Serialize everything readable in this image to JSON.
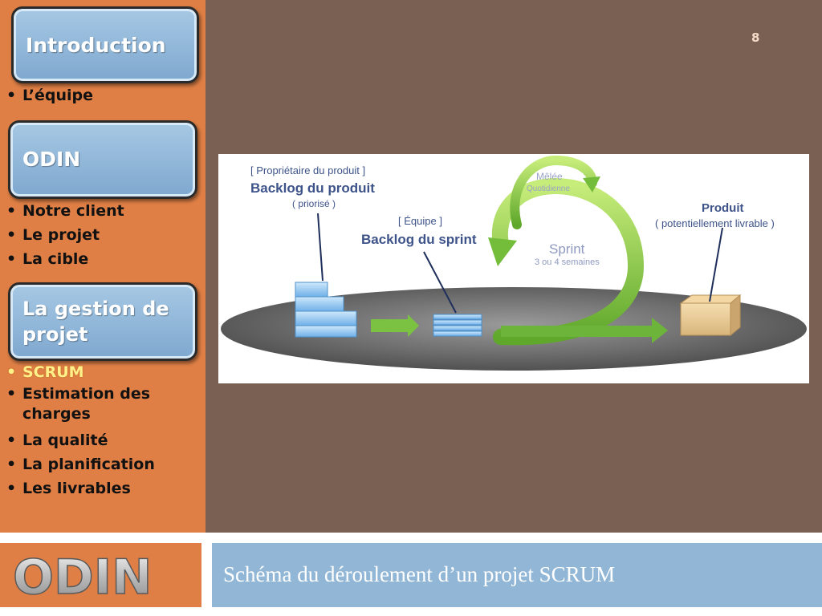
{
  "page_number": "8",
  "sidebar": {
    "sections": [
      {
        "title": "Introduction",
        "items": [
          {
            "label": "L’équipe",
            "active": false
          }
        ]
      },
      {
        "title": "ODIN",
        "items": [
          {
            "label": "Notre client",
            "active": false
          },
          {
            "label": "Le projet",
            "active": false
          },
          {
            "label": "La cible",
            "active": false
          }
        ]
      },
      {
        "title": "La gestion de projet",
        "items": [
          {
            "label": "SCRUM",
            "active": true
          },
          {
            "label": "Estimation des charges",
            "active": false
          },
          {
            "label": "La qualité",
            "active": false
          },
          {
            "label": "La planification",
            "active": false
          },
          {
            "label": "Les livrables",
            "active": false
          }
        ]
      }
    ]
  },
  "diagram": {
    "owner_label": "[ Propriétaire du produit ]",
    "product_backlog": "Backlog du produit",
    "prioritized": "( priorisé )",
    "team_label": "[ Équipe ]",
    "sprint_backlog": "Backlog du sprint",
    "daily_scrum": "Mêlée",
    "daily": "Quotidienne",
    "sprint": "Sprint",
    "sprint_duration": "3 ou 4 semaines",
    "product": "Produit",
    "shippable": "( potentiellement livrable )"
  },
  "footer": {
    "logo_text": "ODIN",
    "slide_title": "Schéma du déroulement d’un projet SCRUM"
  },
  "colors": {
    "sidebar": "#df7f45",
    "main_background": "#7a5f53",
    "title_bar": "#92b7d6",
    "section_box": "#8fb5da",
    "active_item": "#fff08a",
    "arrow_green": "#7cc242",
    "diagram_text": "#3d5389"
  }
}
